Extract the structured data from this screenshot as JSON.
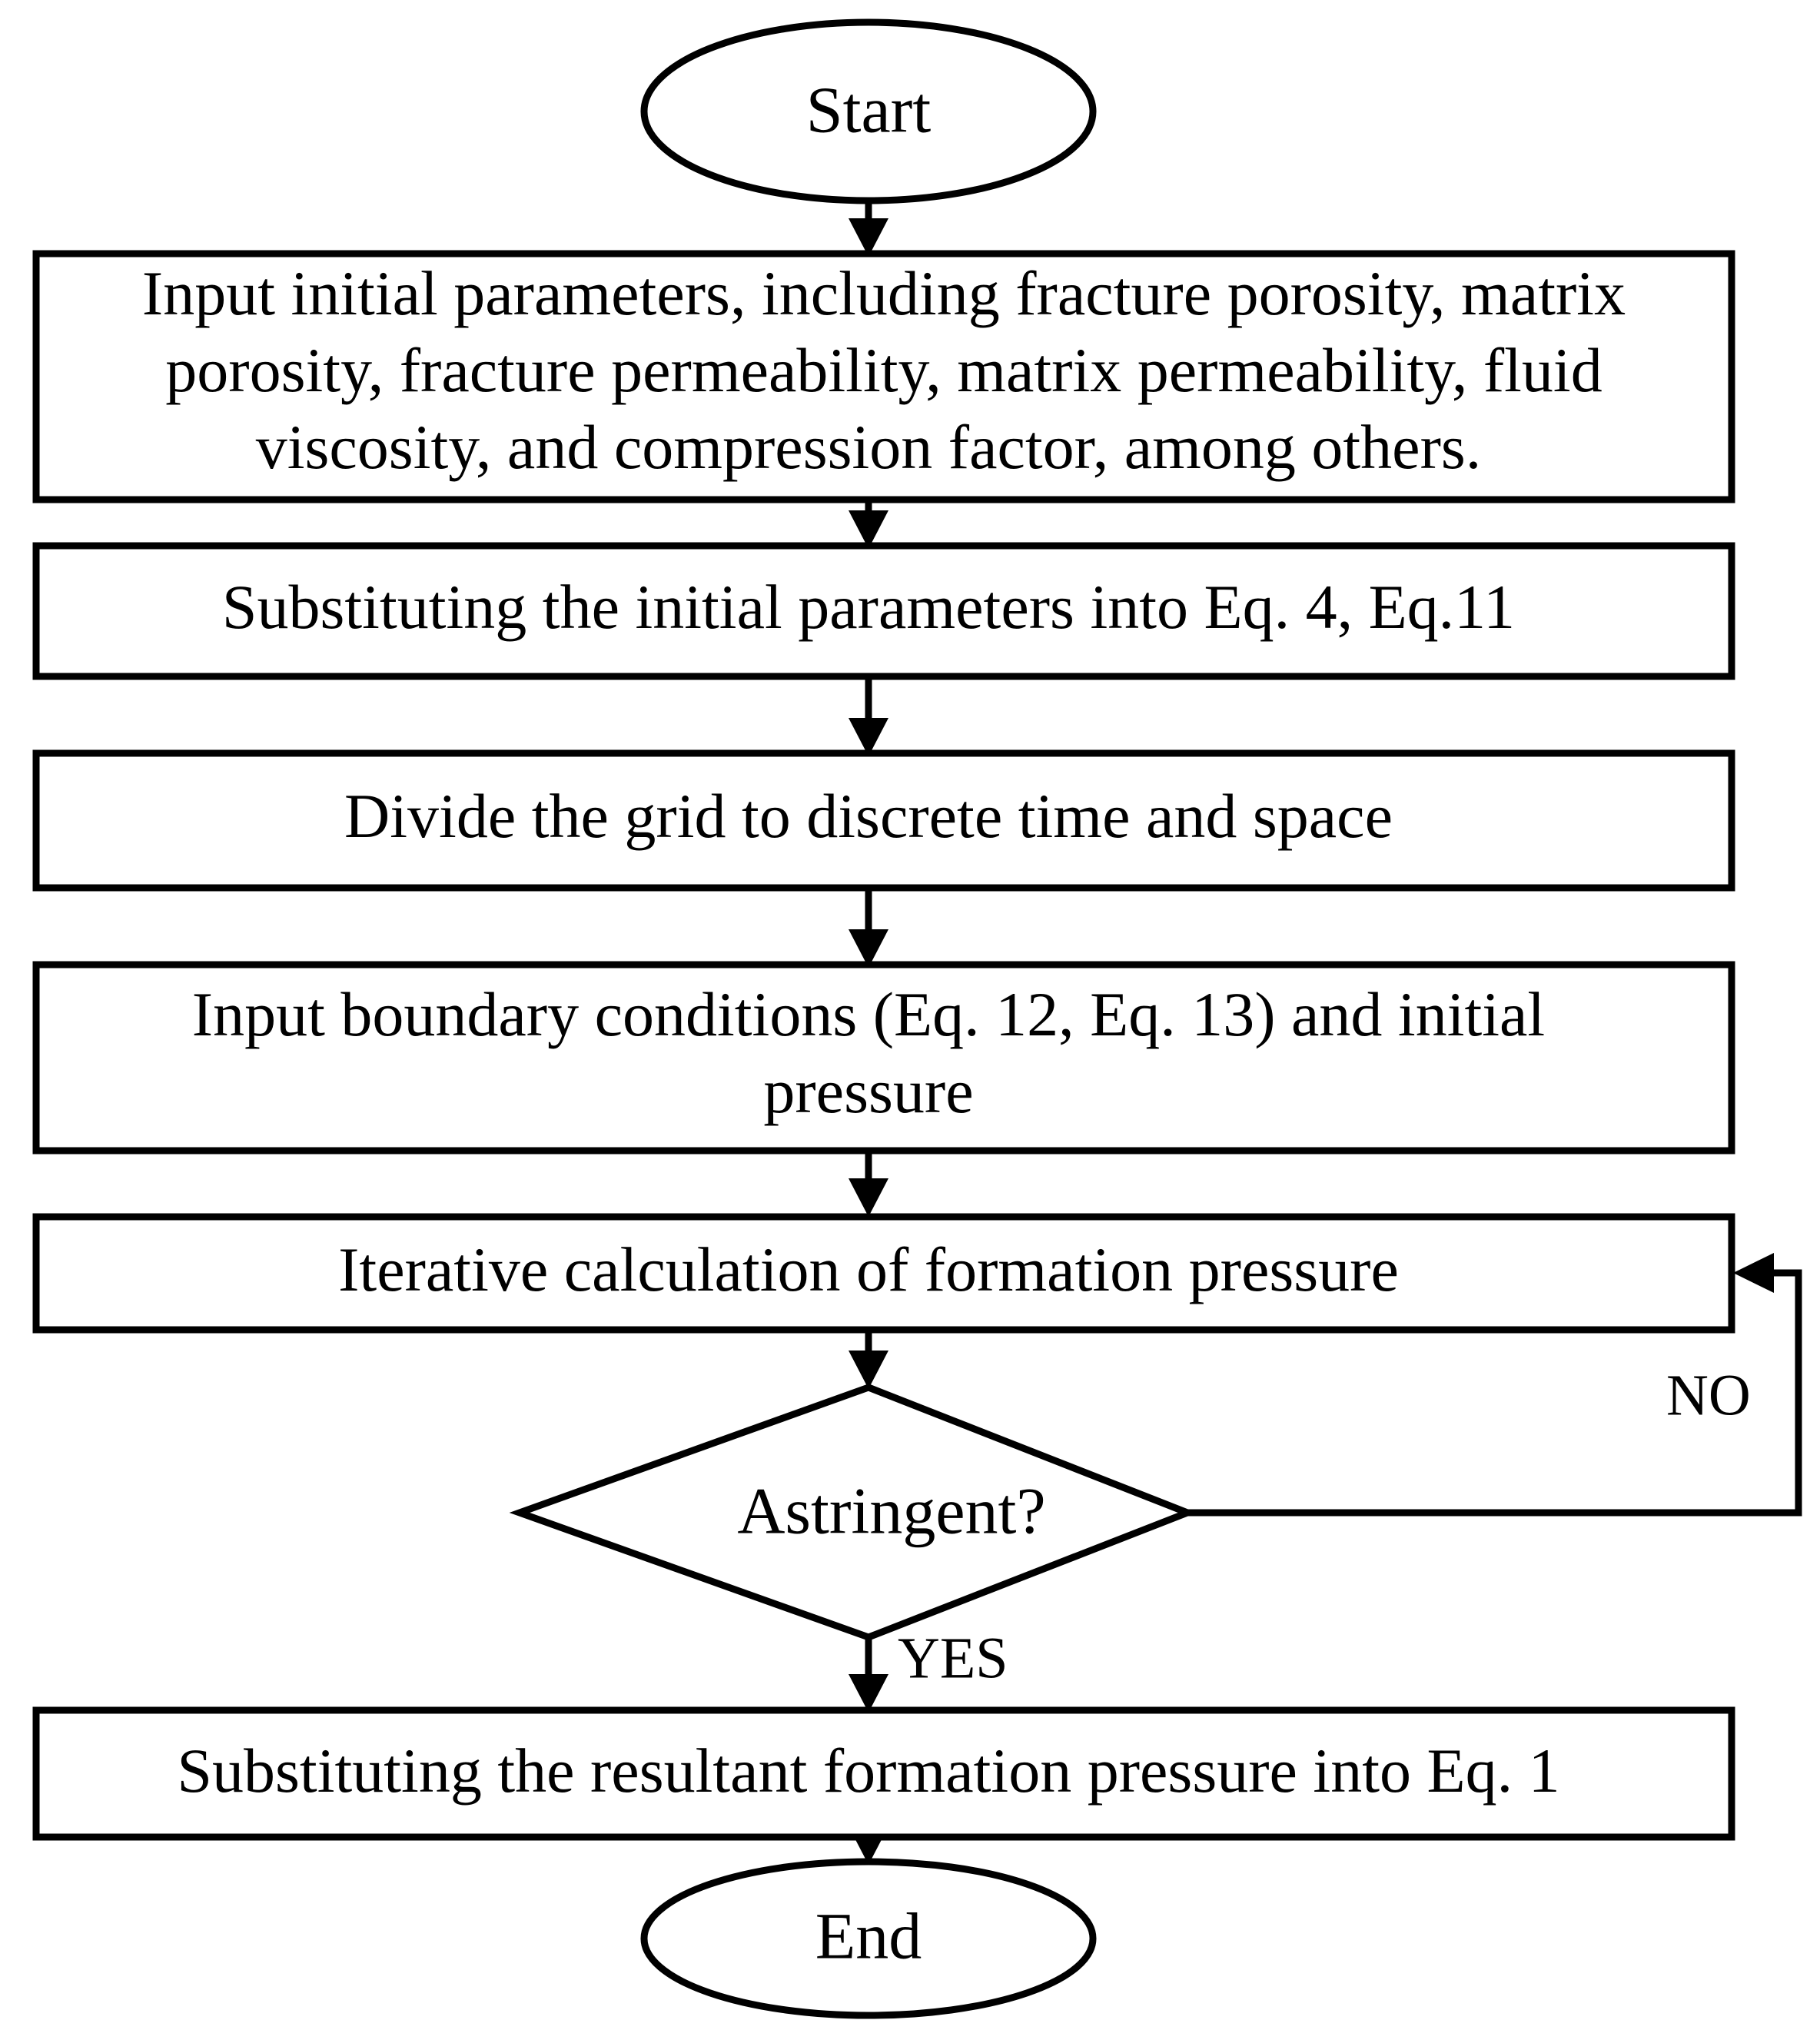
{
  "diagram": {
    "title": "Numerical simulation workflow flowchart",
    "type": "flowchart",
    "background_color": "#ffffff",
    "line_color": "#000000",
    "fill_color": "#ffffff",
    "nodes": {
      "start": {
        "shape": "ellipse",
        "label": "Start"
      },
      "step1": {
        "shape": "rectangle",
        "line1": "Input initial parameters, including fracture porosity, matrix",
        "line2": "porosity, fracture permeability, matrix permeability, fluid",
        "line3": "viscosity, and compression factor, among others."
      },
      "step2": {
        "shape": "rectangle",
        "label": "Substituting the initial parameters into Eq. 4, Eq.11"
      },
      "step3": {
        "shape": "rectangle",
        "label": "Divide the grid to discrete time and space"
      },
      "step4": {
        "shape": "rectangle",
        "line1": "Input boundary conditions (Eq. 12, Eq. 13) and initial",
        "line2": "pressure"
      },
      "step5": {
        "shape": "rectangle",
        "label": "Iterative calculation of formation pressure"
      },
      "decision": {
        "shape": "diamond",
        "label": "Astringent?"
      },
      "step6": {
        "shape": "rectangle",
        "label": "Substituting the resultant formation pressure into Eq. 1"
      },
      "end": {
        "shape": "ellipse",
        "label": "End"
      }
    },
    "edge_labels": {
      "no": "NO",
      "yes": "YES"
    }
  }
}
